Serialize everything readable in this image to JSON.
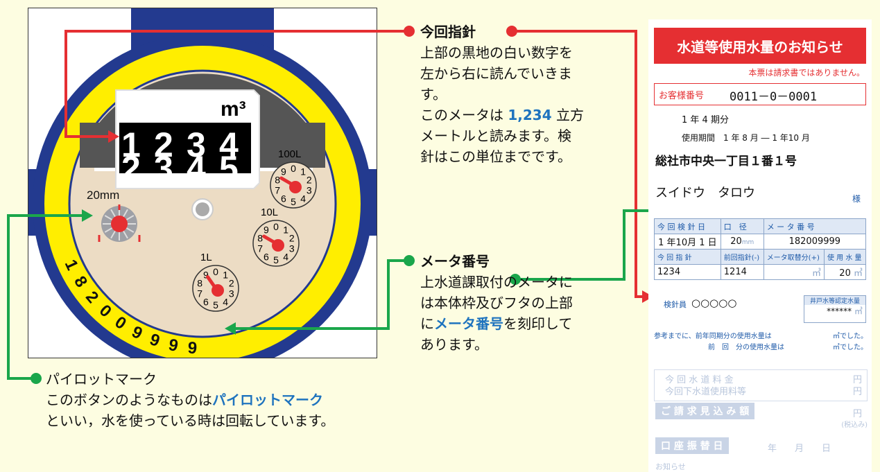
{
  "colors": {
    "background": "#fdfde1",
    "meter_ring": "#ffee00",
    "strap": "#233a8f",
    "dial_face": "#ecdcc4",
    "accent_red": "#e52f32",
    "callout_green": "#1aa64b",
    "highlight_blue": "#1e73be"
  },
  "meter": {
    "unit": "m³",
    "main_digits": [
      "1",
      "2",
      "3",
      "4"
    ],
    "sub_digits": [
      "2",
      "3",
      "4",
      "5"
    ],
    "size_label": "20mm",
    "serial_digits": [
      "1",
      "8",
      "2",
      "0",
      "0",
      "9",
      "9",
      "9",
      "9"
    ],
    "dials": [
      {
        "label": "100L",
        "numbers": [
          "0",
          "1",
          "2",
          "3",
          "4",
          "5",
          "6",
          "7",
          "8",
          "9"
        ]
      },
      {
        "label": "10L",
        "numbers": [
          "0",
          "1",
          "2",
          "3",
          "4",
          "5",
          "6",
          "7",
          "8",
          "9"
        ]
      },
      {
        "label": "1L",
        "numbers": [
          "0",
          "1",
          "2",
          "3",
          "4",
          "5",
          "6",
          "7",
          "8",
          "9"
        ]
      }
    ]
  },
  "callouts": {
    "current_reading": {
      "title": "今回指針",
      "l1": "上部の黒地の白い数字を",
      "l2": "左から右に読んでいきま",
      "l3": "す。",
      "l4_pre": "このメータは ",
      "l4_num": "1,234",
      "l4_post": " 立方",
      "l5": "メートルと読みます。検",
      "l6": "針はこの単位までです。"
    },
    "meter_number": {
      "title": "メータ番号",
      "l1": "上水道課取付のメータに",
      "l2": "は本体枠及びフタの上部",
      "l3_pre": "に",
      "l3_hl": "メータ番号",
      "l3_post": "を刻印して",
      "l4": "あります。"
    },
    "pilot_mark": {
      "title": "パイロットマーク",
      "l1_pre": "このボタンのようなものは",
      "l1_hl": "パイロットマーク",
      "l2": "といい，水を使っている時は回転しています。"
    }
  },
  "slip": {
    "title": "水道等使用水量のお知らせ",
    "not_invoice": "本票は請求書ではありません。",
    "customer_no_label": "お客様番号",
    "customer_no": "0011－0－0001",
    "period_line": "1 年 4 期分",
    "usage_period": "使用期間　1 年 8 月 ― 1 年10 月",
    "address": "総社市中央一丁目１番１号",
    "name": "スイドウ　タロウ",
    "honorific": "様",
    "col_headers": [
      "今 回 検 針 日",
      "口　径",
      "メ ー タ 番 号"
    ],
    "row1": [
      "1 年10月 1 日",
      "20",
      "182009999"
    ],
    "col_headers2": [
      "今 回 指 針",
      "前回指針(-)",
      "メータ取替分(+)",
      "使 用 水 量"
    ],
    "row2": [
      "1234",
      "1214",
      "",
      ""
    ],
    "usage": "20",
    "unit_m3": "㎥",
    "unit_mm": "mm",
    "inspector_label": "検針員",
    "inspector": "○○○○○",
    "well_label": "井戸水等認定水量",
    "well_value": "******",
    "ref_line1": "参考までに、前年同期分の使用水量は",
    "ref_line1_end": "㎥でした。",
    "ref_line2": "前　回　分の使用水量は",
    "ref_line2_end": "㎥でした。",
    "fee1": "今 回 水 道 料 金",
    "fee2": "今回下水道使用料等",
    "yen": "円",
    "billing": "ご 請 求 見 込 み 額",
    "tax": "(税込み)",
    "transfer": "口 座 振 替 日",
    "date_units": "年　　月　　日",
    "notice": "お知らせ"
  }
}
